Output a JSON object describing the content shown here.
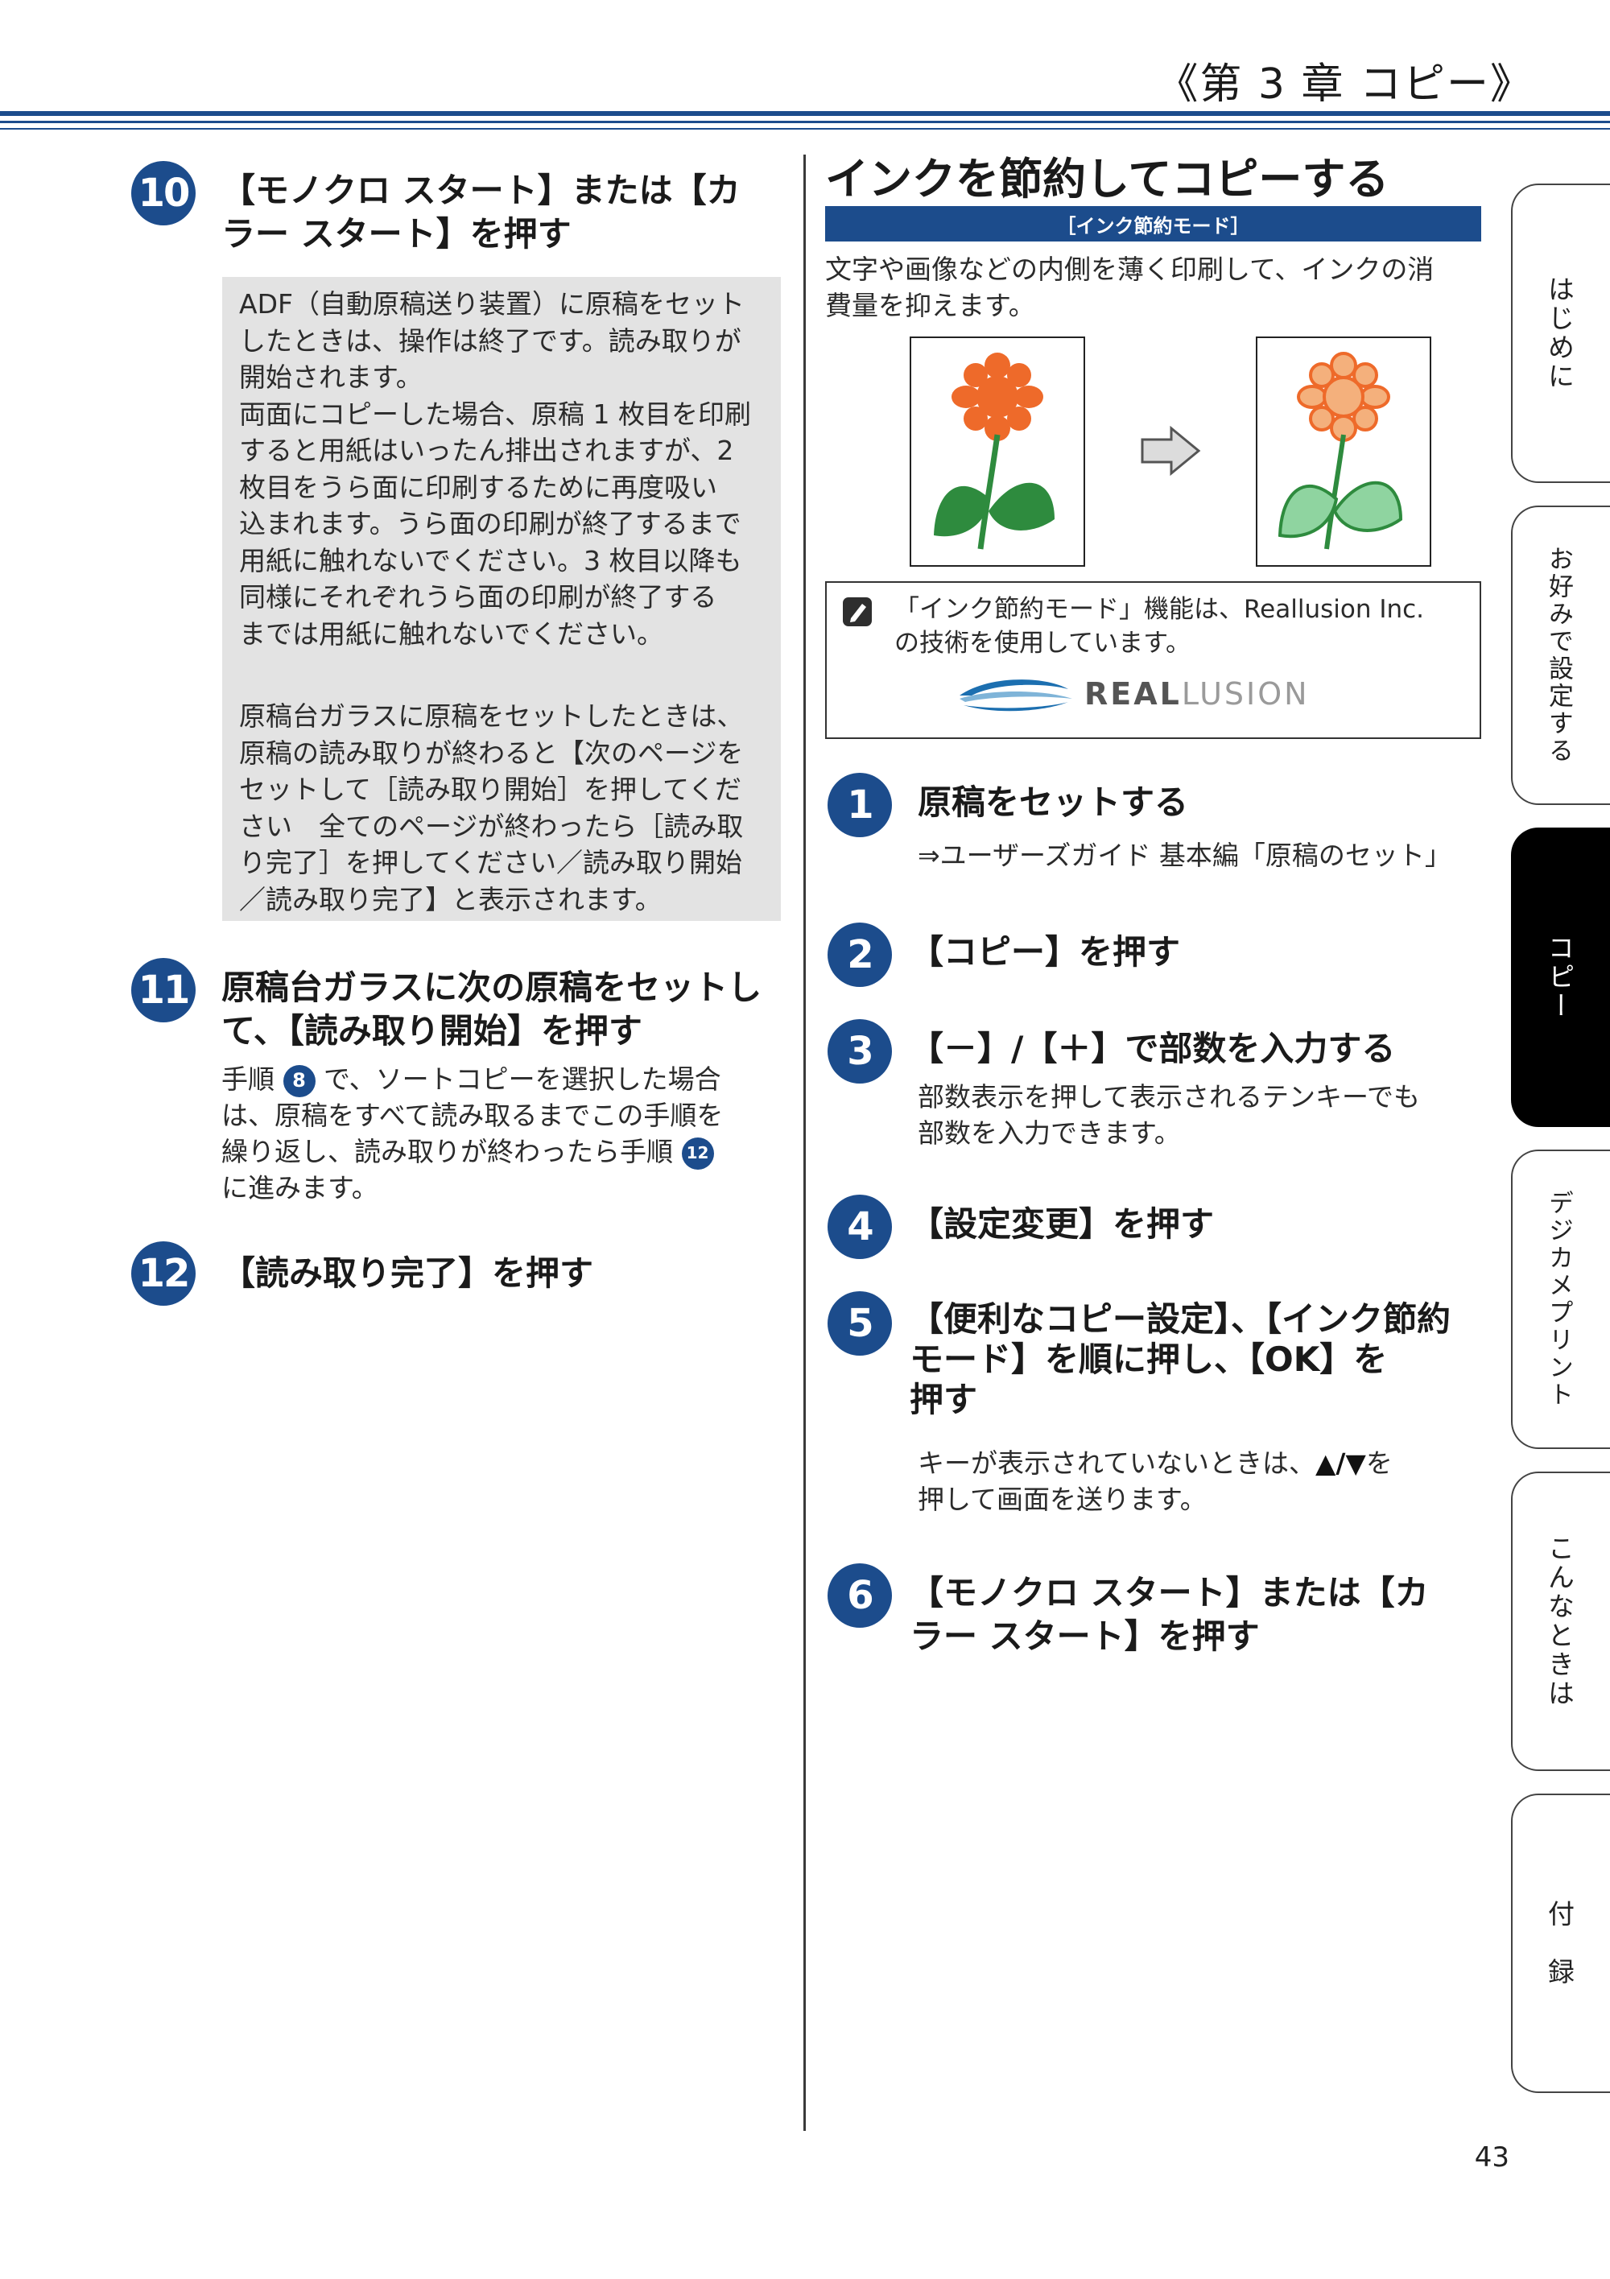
{
  "header": {
    "chapter": "《第 3 章 コピー》"
  },
  "left": {
    "step10": {
      "num": "10",
      "title_line1": "【モノクロ スタート】または【カ",
      "title_line2": "ラー スタート】を押す",
      "box_lines": [
        "ADF（自動原稿送り装置）に原稿をセット",
        "したときは、操作は終了です。読み取りが",
        "開始されます。",
        "両面にコピーした場合、原稿 1 枚目を印刷",
        "すると用紙はいったん排出されますが、2",
        "枚目をうら面に印刷するために再度吸い",
        "込まれます。うら面の印刷が終了するまで",
        "用紙に触れないでください。3 枚目以降も",
        "同様にそれぞれうら面の印刷が終了する",
        "までは用紙に触れないでください。"
      ],
      "box_lines_2": [
        "原稿台ガラスに原稿をセットしたときは、",
        "原稿の読み取りが終わると【次のページを",
        "セットして［読み取り開始］を押してくだ",
        "さい　全てのページが終わったら［読み取",
        "り完了］を押してください／読み取り開始",
        "／読み取り完了】と表示されます。"
      ]
    },
    "step11": {
      "num": "11",
      "title_line1": "原稿台ガラスに次の原稿をセットし",
      "title_line2": "て、【読み取り開始】を押す",
      "text_l1_a": "手順",
      "ref_8": "8",
      "text_l1_b": "で、ソートコピーを選択した場合",
      "text_l2": "は、原稿をすべて読み取るまでこの手順を",
      "text_l3_a": "繰り返し、読み取りが終わったら手順",
      "ref_12": "12",
      "text_l4": "に進みます。"
    },
    "step12": {
      "num": "12",
      "title": "【読み取り完了】を押す"
    }
  },
  "right": {
    "section_title": "インクを節約してコピーする",
    "mode_label": "［インク節約モード］",
    "intro_line1": "文字や画像などの内側を薄く印刷して、インクの消",
    "intro_line2": "費量を抑えます。",
    "note_line1": "「インク節約モード」機能は、Reallusion Inc.",
    "note_line2": "の技術を使用しています。",
    "logo_text_a": "REAL",
    "logo_text_b": "LUSION",
    "steps": [
      {
        "num": "1",
        "title": "原稿をセットする",
        "desc": "⇒ユーザーズガイド 基本編「原稿のセット」"
      },
      {
        "num": "2",
        "title": "【コピー】を押す"
      },
      {
        "num": "3",
        "title": "【－】/【＋】で部数を入力する",
        "desc_line1": "部数表示を押して表示されるテンキーでも",
        "desc_line2": "部数を入力できます。"
      },
      {
        "num": "4",
        "title": "【設定変更】を押す"
      },
      {
        "num": "5",
        "title_line1": "【便利なコピー設定】、【インク節約",
        "title_line2": "モード】を順に押し、【OK】を",
        "title_line3": "押す",
        "desc_line1_a": "キーが表示されていないときは、",
        "desc_line1_b": "▲/▼",
        "desc_line1_c": "を",
        "desc_line2": "押して画面を送ります。"
      },
      {
        "num": "6",
        "title_line1": "【モノクロ スタート】または【カ",
        "title_line2": "ラー スタート】を押す"
      }
    ]
  },
  "tabs": [
    {
      "label": "はじめに",
      "active": false
    },
    {
      "label": "お好みで設定する",
      "active": false
    },
    {
      "label": "コピー",
      "active": true
    },
    {
      "label": "デジカメプリント",
      "active": false
    },
    {
      "label": "こんなときは",
      "active": false
    },
    {
      "label": "付　録",
      "active": false
    }
  ],
  "page_number": "43",
  "colors": {
    "accent": "#1c4c8c",
    "flower_orange": "#ee6a2a",
    "flower_light": "#f4b07c",
    "leaf_dark": "#2e8b3e",
    "leaf_light": "#8fd4a0",
    "box_grey": "#e3e3e3"
  }
}
